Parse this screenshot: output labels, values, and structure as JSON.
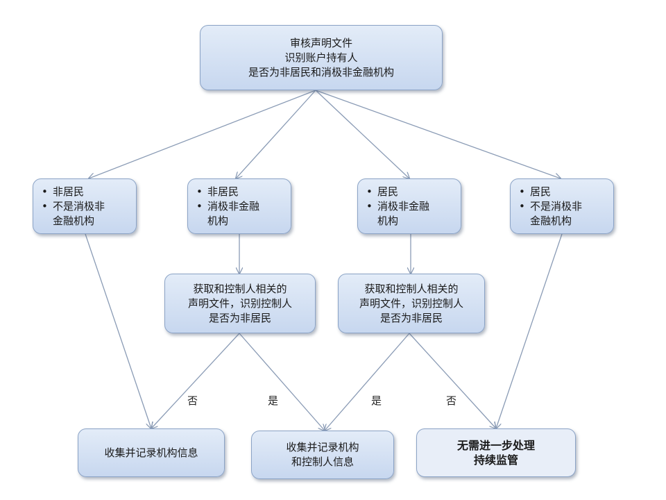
{
  "nodes": {
    "root": [
      "审核声明文件",
      "识别账户持有人",
      "是否为非居民和消极非金融机构"
    ],
    "case_a": {
      "bullets": [
        "非居民",
        "不是消极非"
      ],
      "continuation": "金融机构"
    },
    "case_b": {
      "bullets": [
        "非居民",
        "消极非金融"
      ],
      "continuation": "机构"
    },
    "case_c": {
      "bullets": [
        "居民",
        "消极非金融"
      ],
      "continuation": "机构"
    },
    "case_d": {
      "bullets": [
        "居民",
        "不是消极非"
      ],
      "continuation": "金融机构"
    },
    "check_b": [
      "获取和控制人相关的",
      "声明文件，识别控制人",
      "是否为非居民"
    ],
    "check_c": [
      "获取和控制人相关的",
      "声明文件，识别控制人",
      "是否为非居民"
    ],
    "out_collect_inst": [
      "收集并记录机构信息"
    ],
    "out_collect_ctrl": [
      "收集并记录机构",
      "和控制人信息"
    ],
    "out_no_action": [
      "无需进一步处理",
      "持续监管"
    ]
  },
  "bullet_symbol": "•",
  "edge_labels": {
    "b_no": "否",
    "b_yes": "是",
    "c_yes": "是",
    "c_no": "否"
  },
  "colors": {
    "box_fill": "#c7d7ef",
    "box_border": "#8ba3c6",
    "arrow": "#8a9bb5"
  }
}
